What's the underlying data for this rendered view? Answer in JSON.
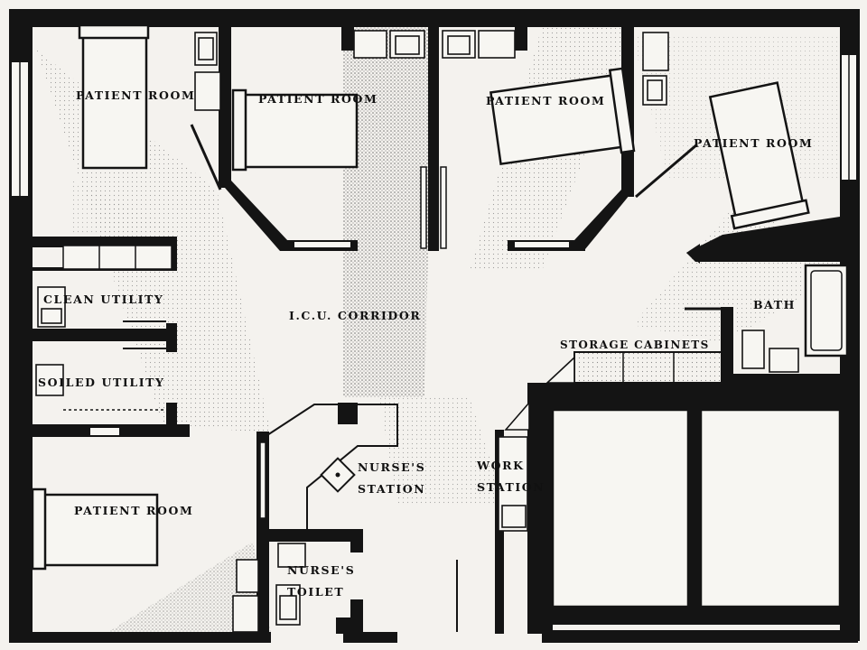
{
  "rooms": {
    "patient_room_1": "PATIENT ROOM",
    "patient_room_2": "PATIENT ROOM",
    "patient_room_3": "PATIENT ROOM",
    "patient_room_4": "PATIENT ROOM",
    "patient_room_5": "PATIENT ROOM",
    "clean_utility": "CLEAN UTILITY",
    "soiled_utility": "SOILED UTILITY",
    "corridor": "I.C.U. CORRIDOR",
    "storage": "STORAGE CABINETS",
    "bath": "BATH",
    "nurses_station_1": "NURSE'S",
    "nurses_station_2": "STATION",
    "work_station_1": "WORK",
    "work_station_2": "STATION",
    "nurses_toilet_1": "NURSE'S",
    "nurses_toilet_2": "TOILET"
  }
}
